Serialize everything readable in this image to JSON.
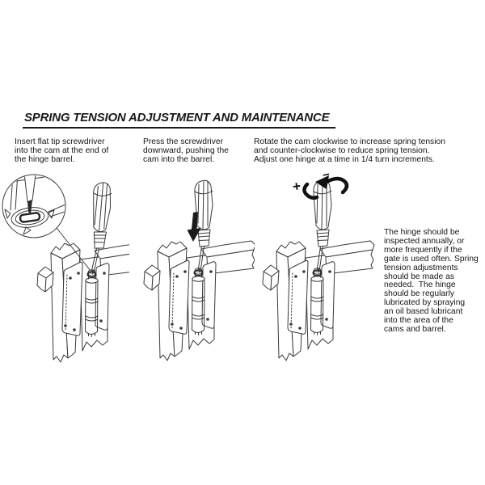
{
  "title": "SPRING TENSION ADJUSTMENT AND MAINTENANCE",
  "steps": [
    {
      "instruction": "Insert flat tip screwdriver\ninto the cam at the end of\nthe hinge barrel."
    },
    {
      "instruction": "Press the screwdriver\ndownward, pushing the\ncam into the barrel."
    },
    {
      "instruction": "Rotate the cam clockwise to increase spring tension\nand counter-clockwise to reduce spring tension.\nAdjust one hinge at a time in 1/4 turn increments."
    }
  ],
  "figure3_labels": {
    "increase": "+",
    "decrease": "−"
  },
  "maintenance_note": "The hinge should be\ninspected annually, or\nmore frequently if the\ngate is used often. Spring\ntension adjustments\nshould be made as\nneeded.  The hinge\nshould be regularly\nlubricated by spraying\nan oil based lubricant\ninto the area of the\ncams and barrel.",
  "icons": {
    "inset": "magnifier-detail-inset",
    "arrow_down": "press-down-arrow",
    "arrow_rotate": "rotate-direction-arrow"
  },
  "colors": {
    "ink": "#1a1a1a",
    "line": "#3a3a3a",
    "background": "#ffffff"
  }
}
